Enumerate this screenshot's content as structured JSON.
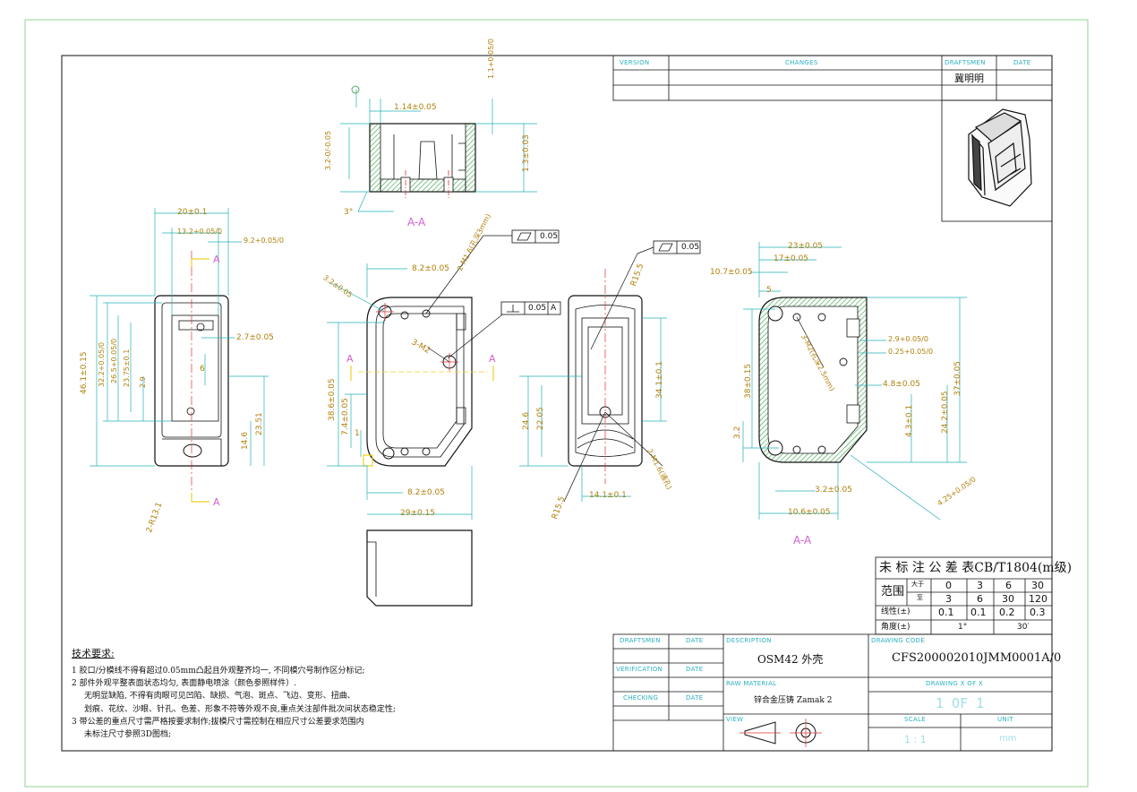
{
  "revision_block": {
    "headers": [
      "VERSION",
      "CHANGES",
      "DRAFTSMEN",
      "DATE"
    ],
    "draftsman_name": "冀明明"
  },
  "section_labels": {
    "top_view": "A-A",
    "right_view": "A-A",
    "arrow_letter": "A"
  },
  "dimensions": {
    "top": [
      "1.14±0.05",
      "1.1+0.05/0",
      "3.2-0/-0.05",
      "1.3±0.03",
      "3°"
    ],
    "left": [
      "20±0.1",
      "13.2+0.05/0",
      "9.2+0.05/0",
      "2.7±0.05",
      "46.1±0.15",
      "32.2+0.05/0",
      "26.5+0.05/0",
      "23.75±0.1",
      "2.9",
      "6",
      "14.6",
      "23.51",
      "2-R13.1"
    ],
    "center": [
      "8.2±0.05",
      "2-M1.6(孔深3mm)",
      "3.2±0.05",
      "3-M2",
      "38.6±0.05",
      "7.4±0.05",
      "1",
      "8.2±0.05",
      "29±0.15"
    ],
    "mid_right": [
      "R15.5",
      "24.6",
      "22.05",
      "34.1±0.1",
      "14.1±0.1",
      "2-M1.6(通孔)",
      "R15.5"
    ],
    "right": [
      "23±0.05",
      "17±0.05",
      "10.7±0.05",
      "5",
      "3-M2(孔深2.5mm)",
      "2.9+0.05/0",
      "0.25+0.05/0",
      "4.8±0.05",
      "38±0.15",
      "37±0.05",
      "24.2±0.05",
      "4.3±0.1",
      "3.2",
      "3.2±0.05",
      "10.6±0.05",
      "4.25+0.05/0"
    ],
    "tolerance_frames": [
      {
        "symbol": "flatness",
        "value": "0.05",
        "datum": ""
      },
      {
        "symbol": "flatness",
        "value": "0.05",
        "datum": ""
      },
      {
        "symbol": "perpendicularity",
        "value": "0.05",
        "datum": "A"
      }
    ]
  },
  "tolerance_table": {
    "title": "未 标 注 公 差 表CB/T1804(m级)",
    "range_label": "范围",
    "above_label": "大于",
    "upto_label": "至",
    "above": [
      "0",
      "3",
      "6",
      "30"
    ],
    "upto": [
      "3",
      "6",
      "30",
      "120"
    ],
    "linear_label": "线性(±)",
    "linear": [
      "0.1",
      "0.1",
      "0.2",
      "0.3"
    ],
    "angle_label": "角度(±)",
    "angle": [
      "1°",
      "30′"
    ]
  },
  "tech_requirements": {
    "heading": "技术要求:",
    "lines": [
      "1 胶口/分模线不得有超过0.05mm凸起且外观整齐均一, 不同模穴号制作区分标记;",
      "2 部件外观平整表面状态均匀, 表面静电喷涂（颜色参照样件）.",
      "无明显缺陷, 不得有肉眼可见凹陷、缺损、气泡、斑点、飞边、变形、扭曲、",
      "划痕、花纹、沙眼、针孔、色差、形象不符等外观不良,重点关注部件批次间状态稳定性;",
      "3 带公差的重点尺寸需严格按要求制作;拔模尺寸需控制在相应尺寸公差要求范围内",
      "未标注尺寸参照3D图档;"
    ]
  },
  "title_block": {
    "draftsmen": "DRAFTSMEN",
    "date": "DATE",
    "verification": "VERIFICATION",
    "checking": "CHECKING",
    "description_label": "DESCRIPTION",
    "description": "OSM42 外壳",
    "drawing_code_label": "DRAWING CODE",
    "drawing_code": "CFS200002010JMM0001A/0",
    "raw_material_label": "RAW MATERIAL",
    "raw_material": "锌合金压铸  Zamak 2",
    "drawing_x_of_x_label": "DRAWING X OF X",
    "drawing_x_of_x": "1 OF 1",
    "view_label": "VIEW",
    "scale_label": "SCALE",
    "scale": "1 : 1",
    "unit_label": "UNIT",
    "unit": "mm"
  },
  "colors": {
    "outline": "#111111",
    "dimension": "#20b0b8",
    "dim_text": "#b0800a",
    "center": "#e03030",
    "section": "#d060d0",
    "hatch": "#2e9e3e",
    "title_text": "#2ab0c0",
    "border": "#8fd48f"
  }
}
